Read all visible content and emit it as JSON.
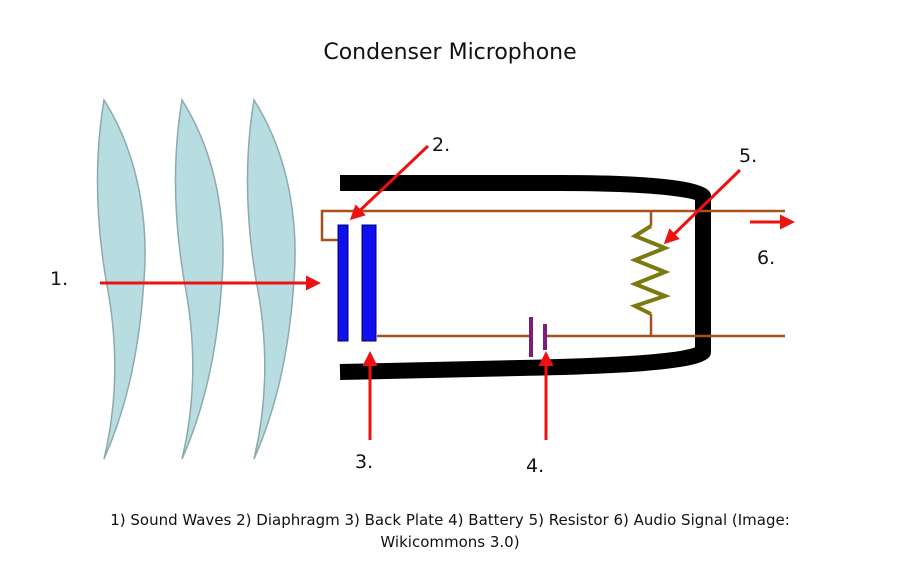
{
  "title": "Condenser Microphone",
  "labels": {
    "sound_waves": "1.",
    "diaphragm": "2.",
    "back_plate": "3.",
    "battery": "4.",
    "resistor": "5.",
    "audio_signal": "6."
  },
  "caption": {
    "line1": "1) Sound Waves 2) Diaphragm 3) Back Plate 4) Battery 5) Resistor 6) Audio Signal (Image:",
    "line2": "Wikicommons 3.0)"
  },
  "colors": {
    "wave_fill": "#b8dde0",
    "wave_stroke": "#8ea9ad",
    "housing": "#000000",
    "plate": "#1010ee",
    "wire": "#a5531a",
    "resistor": "#7a7a10",
    "battery": "#7a1f7a",
    "arrow": "#ee1111"
  }
}
